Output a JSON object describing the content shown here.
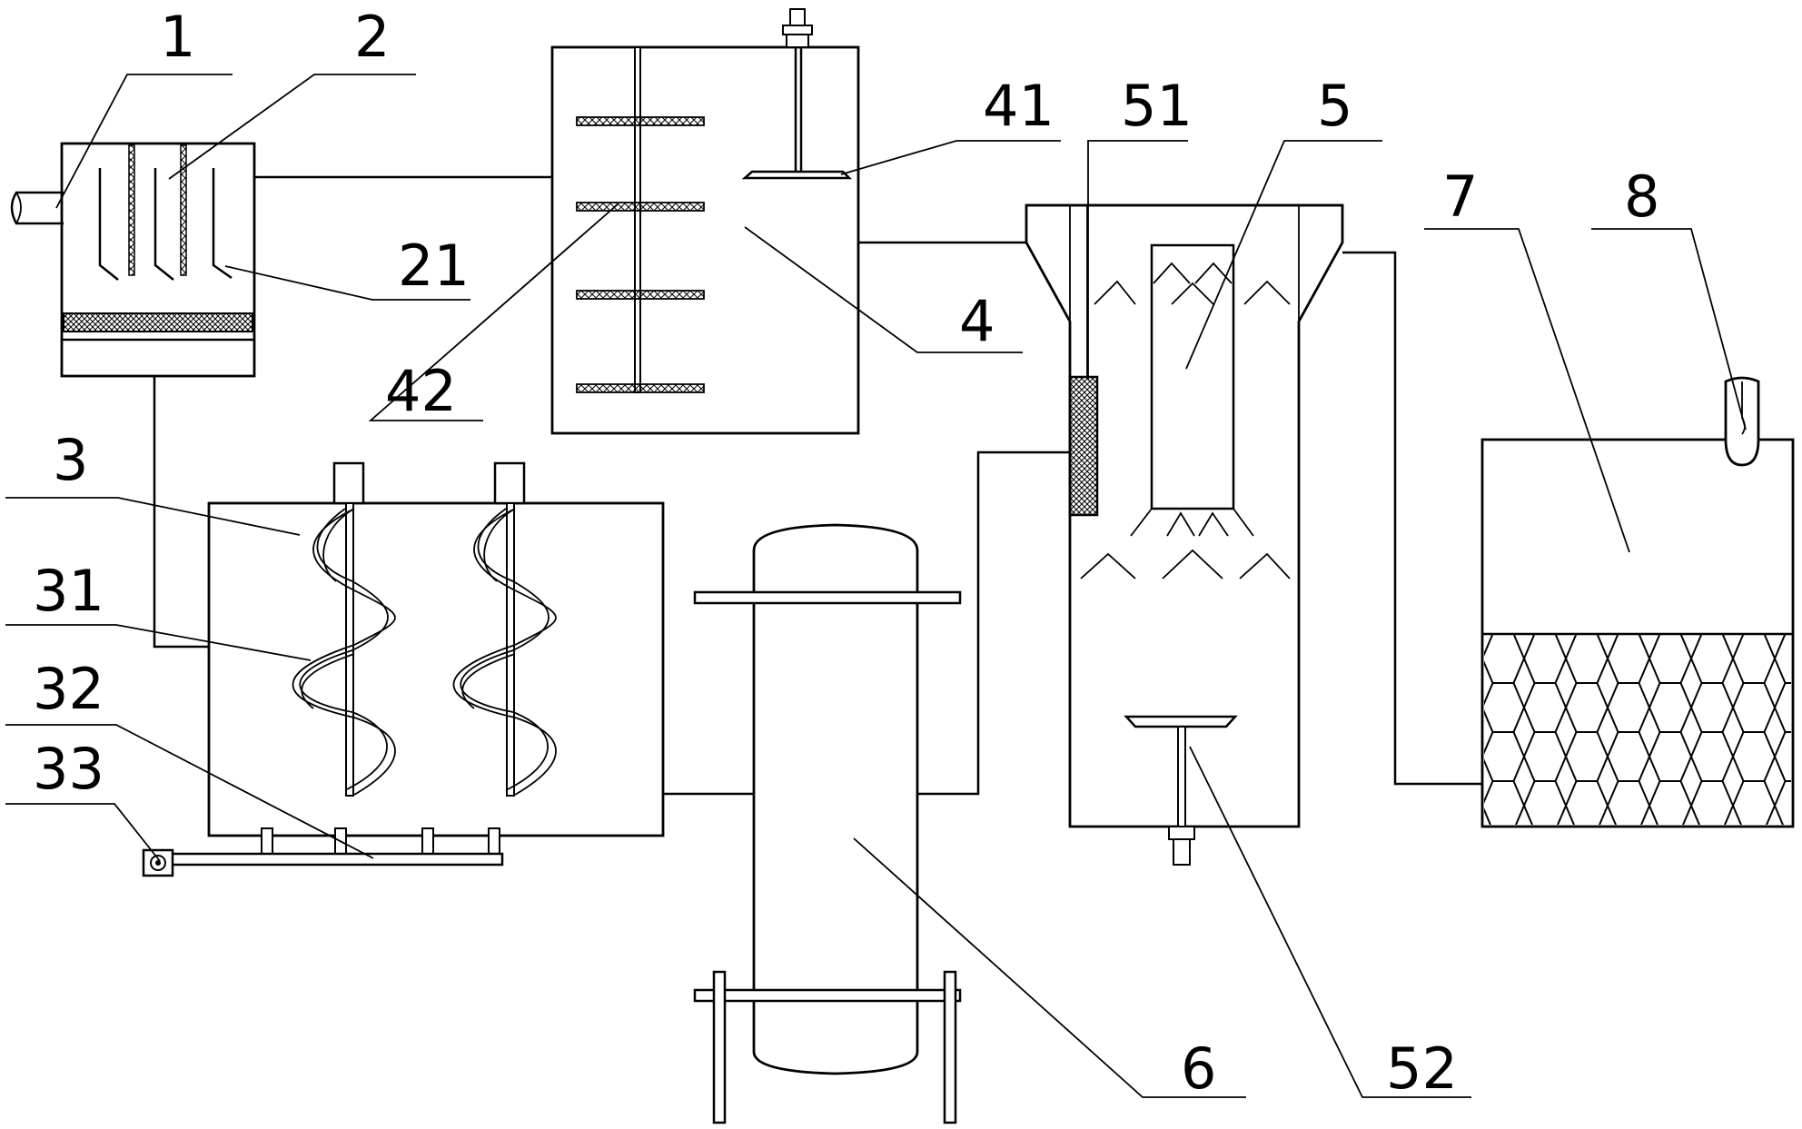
{
  "labels": {
    "l1": "1",
    "l2": "2",
    "l21": "21",
    "l3": "3",
    "l31": "31",
    "l32": "32",
    "l33": "33",
    "l4": "4",
    "l41": "41",
    "l42": "42",
    "l5": "5",
    "l51": "51",
    "l52": "52",
    "l6": "6",
    "l7": "7",
    "l8": "8"
  }
}
